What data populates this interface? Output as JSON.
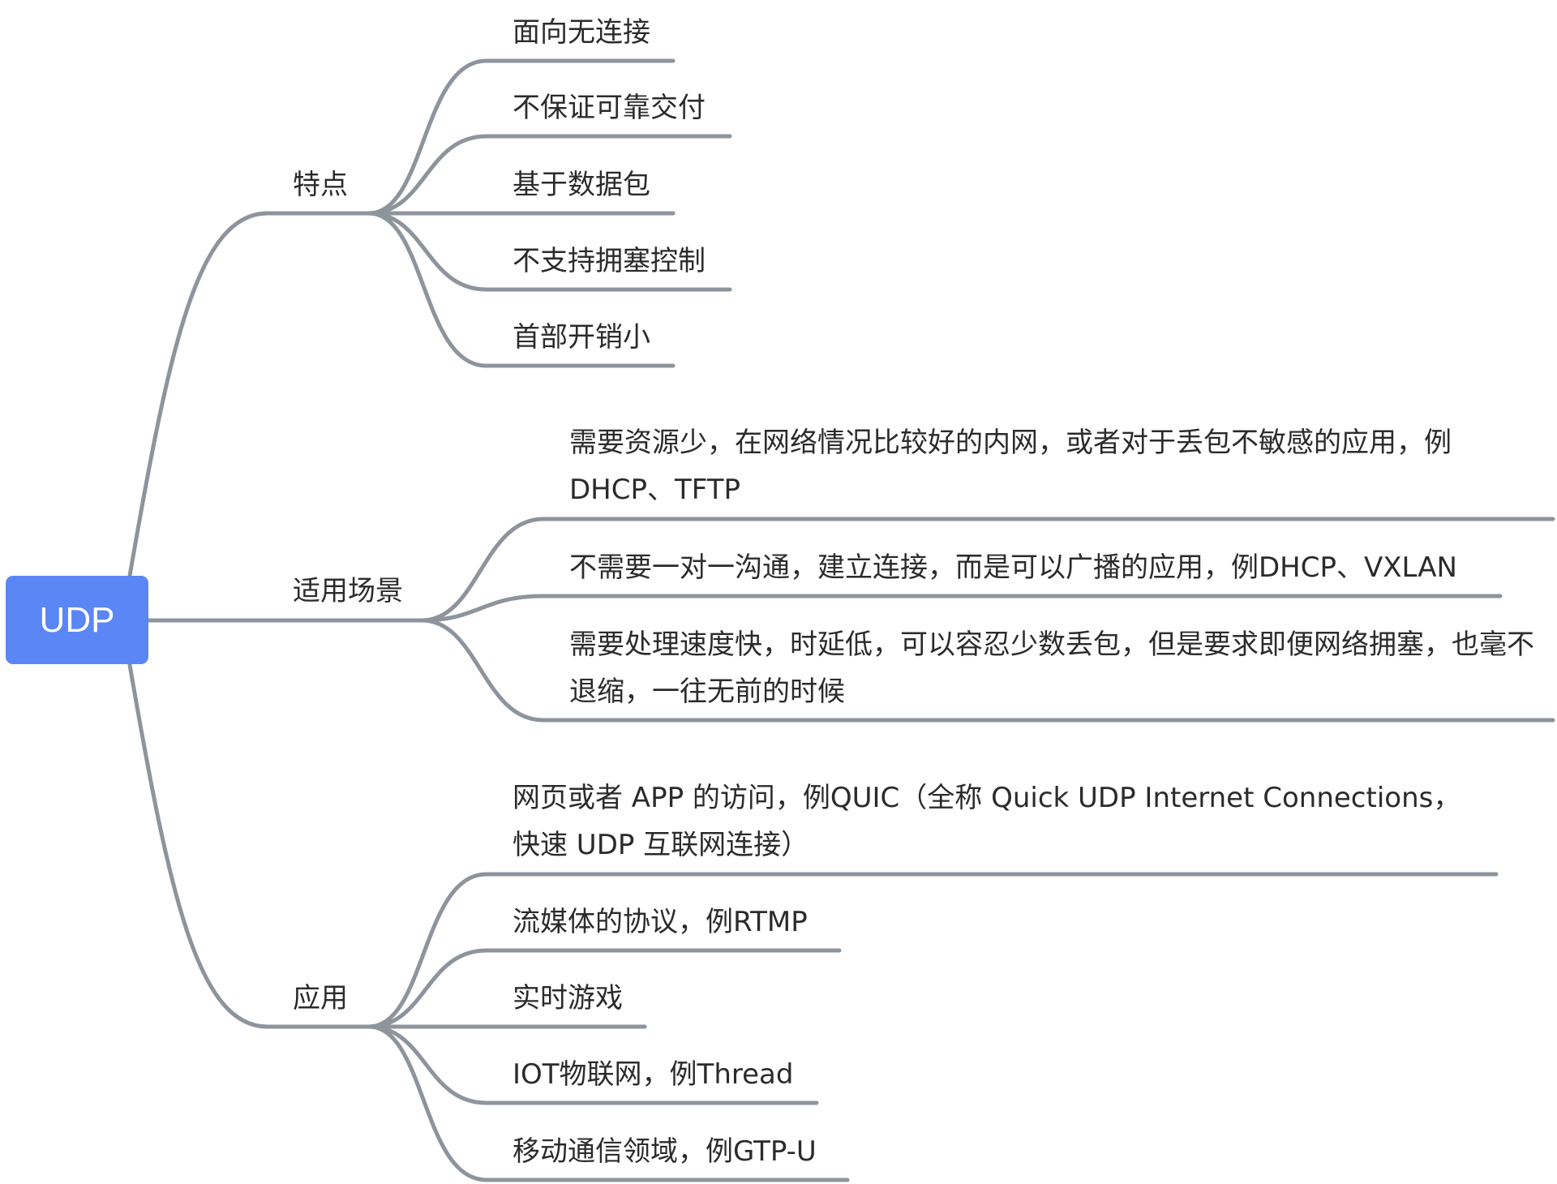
{
  "root": {
    "label": "UDP"
  },
  "branches": [
    {
      "label": "特点",
      "children": [
        "面向无连接",
        "不保证可靠交付",
        "基于数据包",
        "不支持拥塞控制",
        "首部开销小"
      ]
    },
    {
      "label": "适用场景",
      "children": [
        "需要资源少，在网络情况比较好的内网，或者对于丢包不敏感的应用，例DHCP、TFTP",
        "不需要一对一沟通，建立连接，而是可以广播的应用，例DHCP、VXLAN",
        "需要处理速度快，时延低，可以容忍少数丢包，但是要求即便网络拥塞，也毫不退缩，一往无前的时候"
      ]
    },
    {
      "label": "应用",
      "children": [
        "网页或者 APP 的访问，例QUIC（全称 Quick UDP Internet Connections，快速 UDP 互联网连接）",
        "流媒体的协议，例RTMP",
        "实时游戏",
        "IOT物联网，例Thread",
        "移动通信领域，例GTP-U"
      ]
    }
  ]
}
